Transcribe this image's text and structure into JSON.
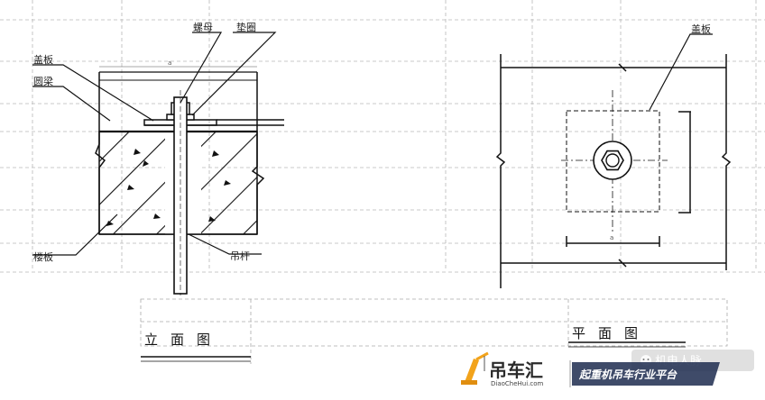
{
  "labels": {
    "nut": "螺母",
    "washer": "垫圈",
    "cover_plate": "盖板",
    "beam": "圆梁",
    "floor_slab": "楼板",
    "hanger_rod": "吊杆",
    "plan_cover_plate": "盖板"
  },
  "titles": {
    "elevation": "立面图",
    "plan": "平面图"
  },
  "watermark": {
    "account": "机电人脉",
    "brand_cn": "吊车汇",
    "brand_en": "DiaoCheHui.com",
    "slogan": "起重机吊车行业平台"
  }
}
